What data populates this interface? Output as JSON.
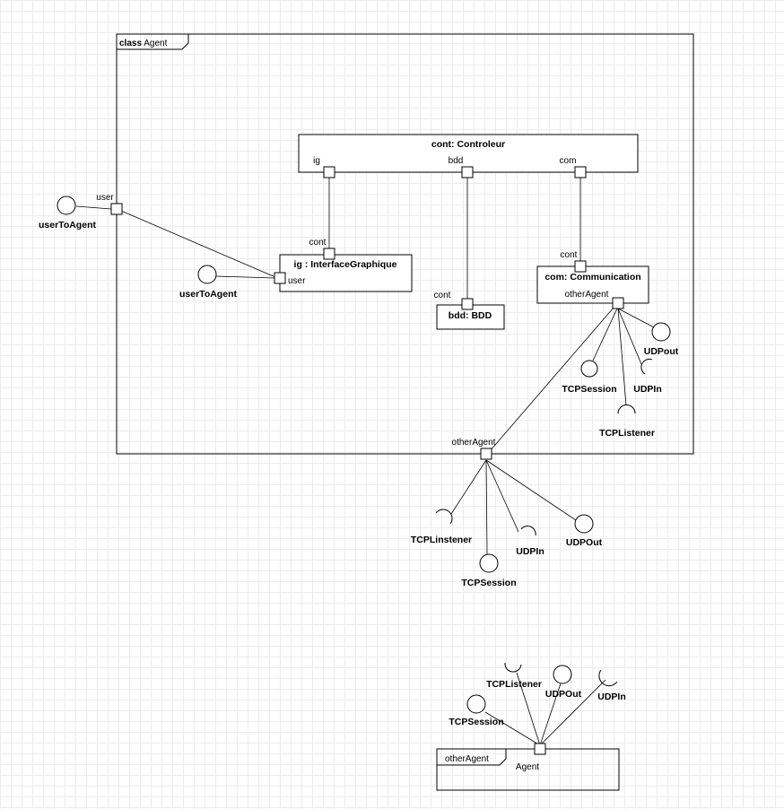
{
  "frame": {
    "keyword": "class",
    "name": "Agent"
  },
  "parts": {
    "controleur": {
      "title": "cont: Controleur",
      "ports": {
        "ig": "ig",
        "bdd": "bdd",
        "com": "com"
      }
    },
    "interface": {
      "title": "ig : InterfaceGraphique",
      "port_cont": "cont",
      "port_user": "user"
    },
    "bdd": {
      "title": "bdd: BDD",
      "port_cont": "cont"
    },
    "communication": {
      "title": "com: Communication",
      "port_cont": "cont",
      "port_other": "otherAgent"
    }
  },
  "boundary_ports": {
    "user": "user",
    "otherAgent": "otherAgent"
  },
  "interfaces": {
    "outer_user_to_agent": "userToAgent",
    "inner_user_to_agent": "userToAgent",
    "com_udp_out": "UDPout",
    "com_tcp_session": "TCPSession",
    "com_udp_in": "UDPIn",
    "com_tcp_listener": "TCPListener",
    "ext_tcp_listener": "TCPLinstener",
    "ext_udp_in": "UDPIn",
    "ext_udp_out": "UDPOut",
    "ext_tcp_session": "TCPSession"
  },
  "other_agent": {
    "frame_name": "otherAgent",
    "part_label": "Agent",
    "interfaces": {
      "tcp_listener": "TCPListener",
      "udp_out": "UDPOut",
      "udp_in": "UDPIn",
      "tcp_session": "TCPSession"
    }
  }
}
